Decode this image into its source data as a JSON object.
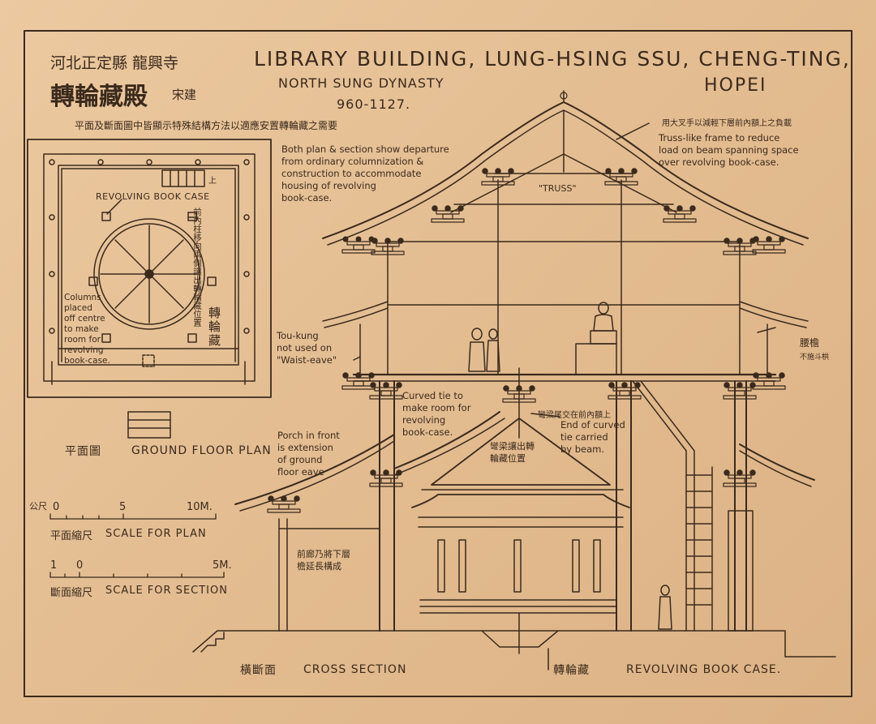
{
  "title": {
    "main": "LIBRARY BUILDING, LUNG-HSING SSU, CHENG-TING,",
    "dynasty": "NORTH SUNG DYNASTY",
    "dates": "960-1127.",
    "province": "HOPEI"
  },
  "chinese_title": {
    "line1": "河北正定縣 龍興寺",
    "line2": "轉輪藏殿",
    "line2_suffix": "宋建",
    "note": "平面及斷面圖中皆顯示特殊結構方法以適應安置轉輪藏之需要"
  },
  "plan": {
    "label_revolving": "REVOLVING BOOK CASE",
    "label_cn_columns": "前內柱移向兩側讓出轉輪藏位置",
    "label_columns": "Columns\nplaced\noff centre\nto make\nroom for\nrevolving\nbook-case.",
    "label_cn_zhuanlunzang": "轉輪藏",
    "stair_mark": "上",
    "caption_cn": "平面圖",
    "caption": "GROUND FLOOR PLAN"
  },
  "scales": {
    "plan_cn": "公尺",
    "plan_ticks": [
      "0",
      "5",
      "10M."
    ],
    "plan_label_cn": "平面縮尺",
    "plan_label": "SCALE FOR PLAN",
    "section_ticks": [
      "1",
      "0",
      "5M."
    ],
    "section_label_cn": "斷面縮尺",
    "section_label": "SCALE FOR SECTION"
  },
  "section": {
    "note_departure": "Both plan & section show departure\nfrom ordinary columnization &\nconstruction to accommodate\nhousing of revolving\nbook-case.",
    "truss_label": "\"TRUSS\"",
    "note_truss_cn": "用大叉手以減輕下層前內額上之負載",
    "note_truss": "Truss-like frame to reduce\nload on beam spanning space\nover revolving book-case.",
    "note_toukung": "Tou-kung\nnot used on\n\"Waist-eave\"",
    "note_waist_cn": "腰檐",
    "note_waist_cn2": "不施斗栱",
    "note_curved": "Curved tie to\nmake room for\nrevolving\nbook-case.",
    "note_curved_end_cn": "彎梁尾交在前內額上",
    "note_curved_end": "End of curved\ntie carried\nby beam.",
    "note_curved_cn": "彎梁讓出轉\n輪藏位置",
    "note_porch": "Porch in front\nis extension\nof ground\nfloor eave",
    "note_porch_cn": "前廊乃將下層\n檐延長構成",
    "caption_cn": "橫斷面",
    "caption": "CROSS SECTION",
    "bookcase_cn": "轉輪藏",
    "bookcase": "REVOLVING BOOK CASE."
  }
}
